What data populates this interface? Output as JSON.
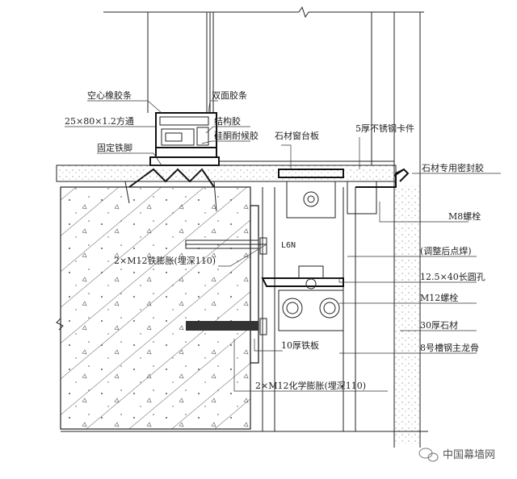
{
  "labels": {
    "hollow_rubber_strip": "空心橡胶条",
    "double_side_tape": "双面胶条",
    "square_tube": "25×80×1.2方通",
    "structural_adhesive": "结构胶",
    "silicone_weather_seal": "硅酮耐候胶",
    "fixed_iron_foot": "固定铁脚",
    "stone_window_sill": "石材窗台板",
    "ss_clip": "5厚不锈钢卡件",
    "stone_sealant": "石材专用密封胶",
    "m8_bolt": "M8螺栓",
    "m12_anchor_iron": "2×M12铁膨胀(埋深110)",
    "angle_mark": "L6N",
    "spot_weld_note": "(调整后点焊)",
    "long_hole": "12.5×40长圆孔",
    "m12_bolt": "M12螺栓",
    "stone_30": "30厚石材",
    "channel_8": "8号槽钢主龙骨",
    "iron_plate_10": "10厚铁板",
    "m12_anchor_chem": "2×M12化学膨胀(埋深110)"
  },
  "watermark": {
    "text": "中国幕墙网",
    "icon": "wechat-icon"
  }
}
